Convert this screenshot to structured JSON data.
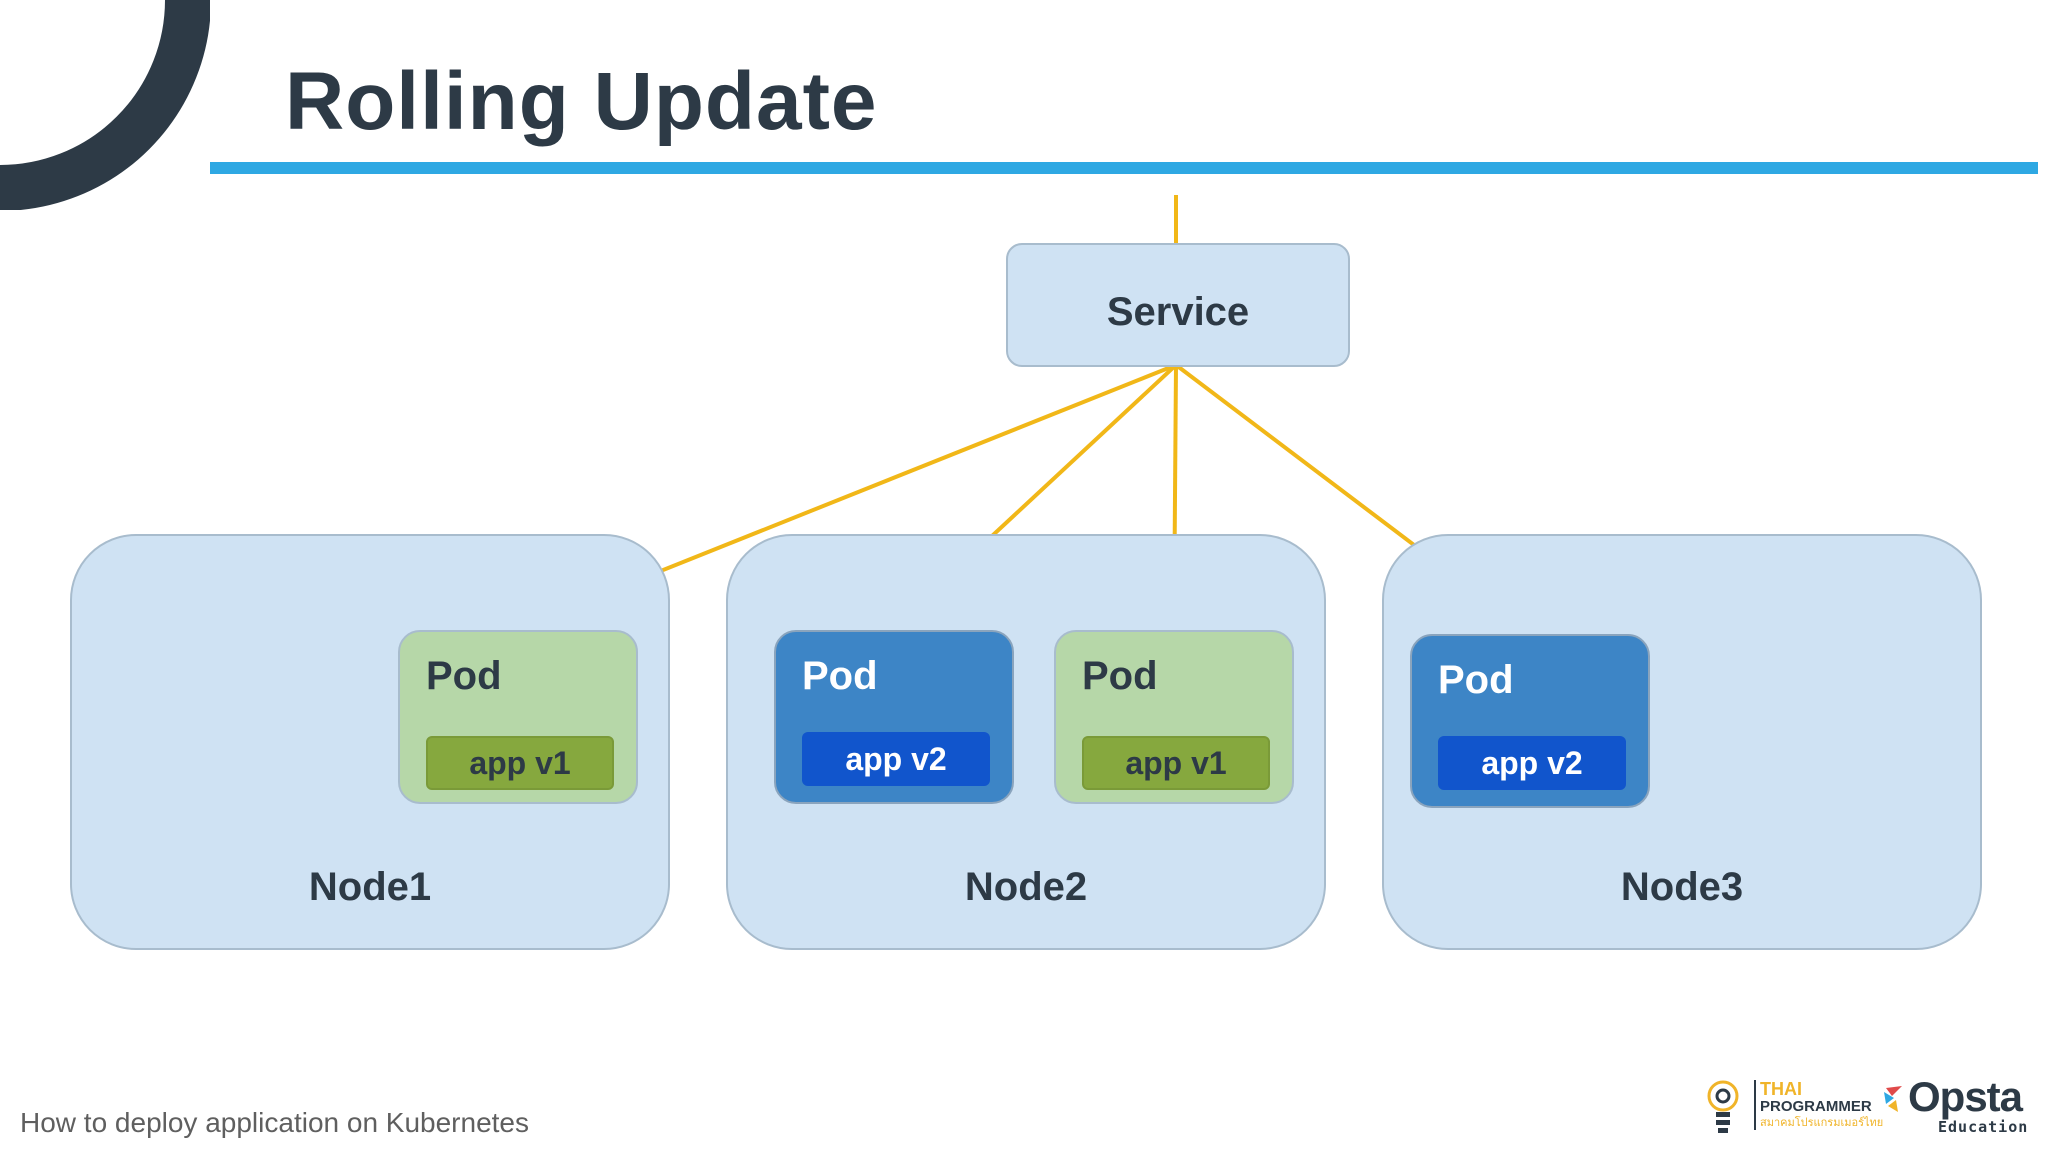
{
  "slide": {
    "title": "Rolling Update",
    "footer": "How to deploy application on Kubernetes"
  },
  "diagram": {
    "service": {
      "label": "Service"
    },
    "nodes": [
      {
        "label": "Node1",
        "pods": [
          {
            "title": "Pod",
            "app": "app v1",
            "version": "v1"
          }
        ]
      },
      {
        "label": "Node2",
        "pods": [
          {
            "title": "Pod",
            "app": "app v2",
            "version": "v2"
          },
          {
            "title": "Pod",
            "app": "app v1",
            "version": "v1"
          }
        ]
      },
      {
        "label": "Node3",
        "pods": [
          {
            "title": "Pod",
            "app": "app v2",
            "version": "v2"
          }
        ]
      }
    ]
  },
  "logos": {
    "thai_programmer": {
      "line1": "THAI",
      "line2": "PROGRAMMER",
      "line3": "สมาคมโปรแกรมเมอร์ไทย"
    },
    "opsta": {
      "name": "Opsta",
      "sub": "Education"
    }
  },
  "colors": {
    "accent_rule": "#2ea8e3",
    "connector": "#f1b718",
    "node_fill": "#cfe2f3",
    "pod_v1": "#b6d7a8",
    "pod_v2": "#3d85c6",
    "chip_v1": "#86a83e",
    "chip_v2": "#1155cc"
  }
}
